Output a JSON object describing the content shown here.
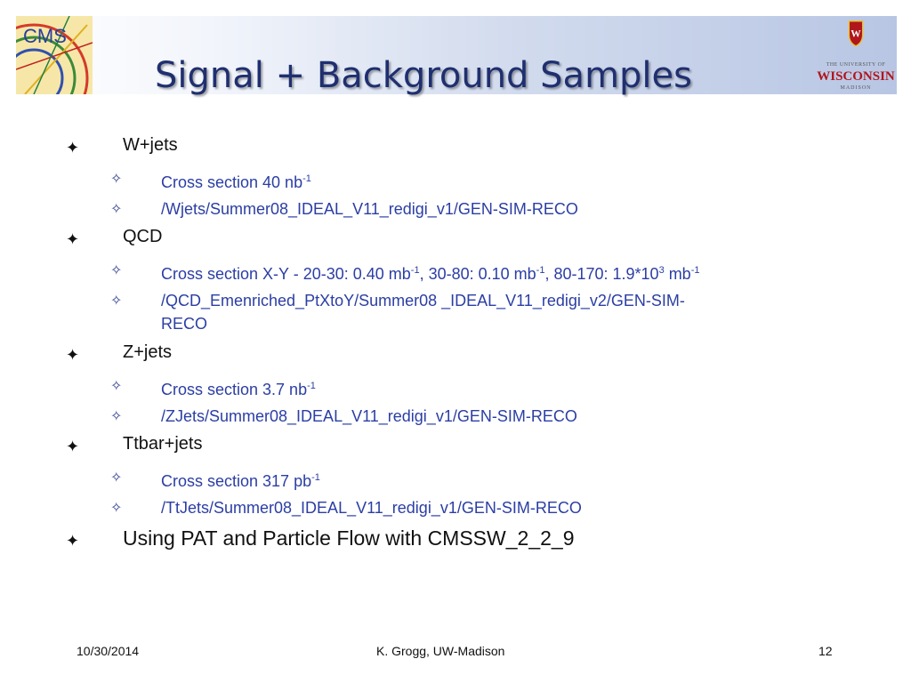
{
  "header": {
    "logo_left_text": "CMS",
    "title": "Signal + Background Samples",
    "logo_right_text": {
      "line1": "THE UNIVERSITY OF",
      "line2": "WISCONSIN",
      "line3": "MADISON"
    }
  },
  "bullets": {
    "level1_icon": "star-4-point-icon",
    "level2_icon": "star-4-point-outline-icon",
    "wjets": {
      "label": "W+jets",
      "cross_section": {
        "text": "Cross section  40 nb",
        "sup": "-1"
      },
      "dataset": "/Wjets/Summer08_IDEAL_V11_redigi_v1/GEN-SIM-RECO"
    },
    "qcd": {
      "label": "QCD",
      "cross_section": {
        "part1": "Cross section X-Y - 20-30: 0.40 mb",
        "sup1": "-1",
        "part2": ", 30-80: 0.10 mb",
        "sup2": "-1",
        "part3": ", 80-170: 1.9*10",
        "sup3": "3",
        "part4": " mb",
        "sup4": "-1"
      },
      "dataset_line1": "/QCD_Emenriched_PtXtoY/Summer08 _IDEAL_V11_redigi_v2/GEN-SIM-",
      "dataset_line2": "RECO"
    },
    "zjets": {
      "label": "Z+jets",
      "cross_section": {
        "text": "Cross section 3.7 nb",
        "sup": "-1"
      },
      "dataset": "/ZJets/Summer08_IDEAL_V11_redigi_v1/GEN-SIM-RECO"
    },
    "ttbar": {
      "label": "Ttbar+jets",
      "cross_section": {
        "text": "Cross section 317 pb",
        "sup": "-1"
      },
      "dataset": "/TtJets/Summer08_IDEAL_V11_redigi_v1/GEN-SIM-RECO"
    },
    "using": "Using  PAT and Particle Flow with CMSSW_2_2_9"
  },
  "footer": {
    "date": "10/30/2014",
    "author": "K. Grogg, UW-Madison",
    "page": "12"
  },
  "colors": {
    "title": "#1f2f6f",
    "sub_text": "#2b3ea4",
    "uw_red": "#b0161c"
  }
}
